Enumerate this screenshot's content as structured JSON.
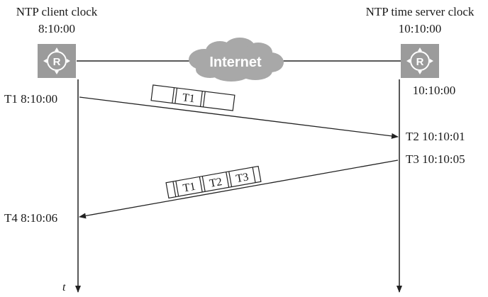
{
  "client": {
    "title": "NTP client clock",
    "time": "8:10:00"
  },
  "server": {
    "title": "NTP time server clock",
    "time": "10:10:00",
    "time_below": "10:10:00"
  },
  "cloud_label": "Internet",
  "router_symbol": "R",
  "icons": {
    "client": "router-icon",
    "server": "router-icon",
    "network": "cloud-icon"
  },
  "colors": {
    "router": "#9b9b9b",
    "cloud": "#a8a8a8",
    "line": "#222222"
  },
  "timestamps": {
    "t1": "T1 8:10:00",
    "t2": "T2 10:10:01",
    "t3": "T3 10:10:05",
    "t4": "T4 8:10:06"
  },
  "packet_request": {
    "fields": [
      "",
      "T1",
      ""
    ]
  },
  "packet_reply": {
    "fields": [
      "",
      "T1",
      "T2",
      "T3",
      ""
    ]
  },
  "axis_label": "t"
}
